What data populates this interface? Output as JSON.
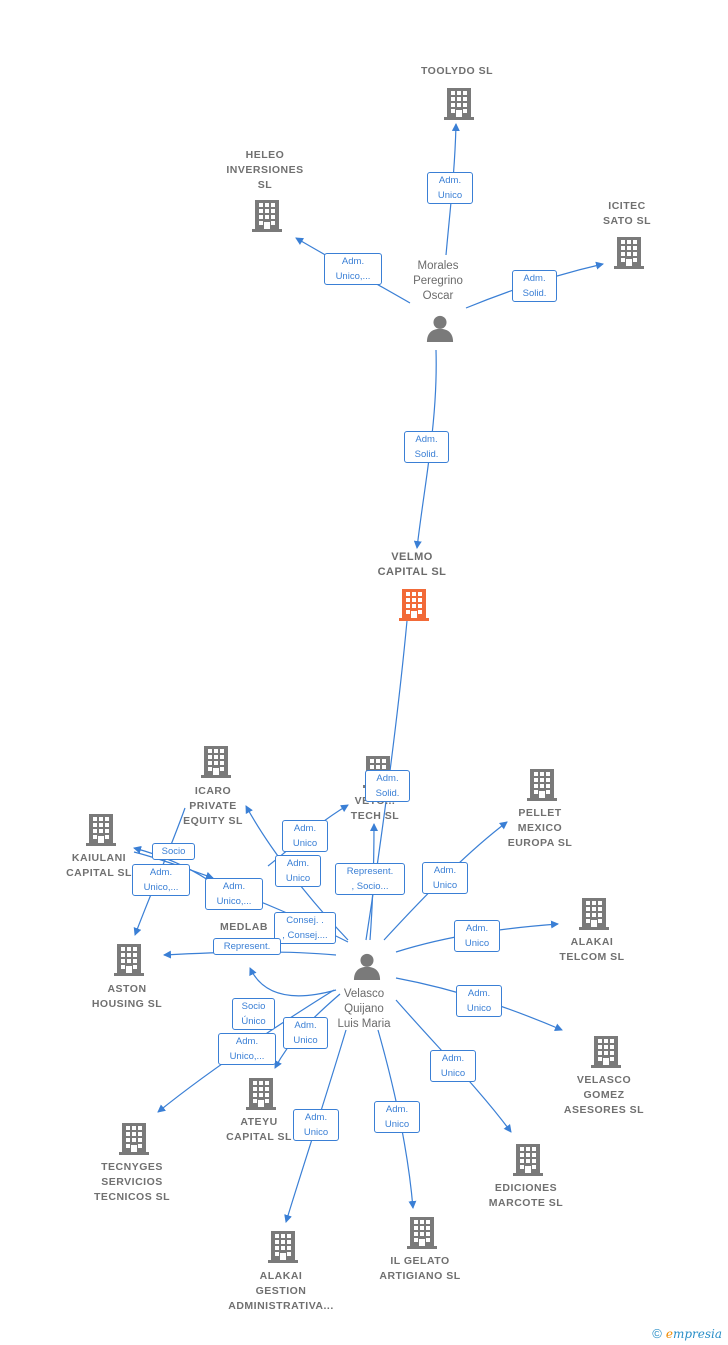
{
  "colors": {
    "edge": "#3a7fd5",
    "node": "#707070",
    "main": "#f26a38"
  },
  "nodes": {
    "toolydo": {
      "label": "TOOLYDO  SL",
      "icon": "building-icon"
    },
    "heleo": {
      "label": "HELEO\nINVERSIONES\nSL",
      "icon": "building-icon"
    },
    "icitec": {
      "label": "ICITEC\nSATO  SL",
      "icon": "building-icon"
    },
    "morales": {
      "label": "Morales\nPeregrino\nOscar",
      "icon": "person-icon"
    },
    "velmo": {
      "label": "VELMO\nCAPITAL  SL",
      "icon": "building-icon"
    },
    "icaro": {
      "label": "ICARO\nPRIVATE\nEQUITY  SL",
      "icon": "building-icon"
    },
    "vetotech": {
      "label": "VETO...\nTECH  SL",
      "icon": "building-icon"
    },
    "pellet": {
      "label": "PELLET\nMEXICO\nEUROPA  SL",
      "icon": "building-icon"
    },
    "kaiulani": {
      "label": "KAIULANI\nCAPITAL  SL",
      "icon": "building-icon"
    },
    "medlab": {
      "label": "MEDLAB\nGROUP  SL",
      "icon": "building-icon"
    },
    "aston": {
      "label": "ASTON\nHOUSING  SL",
      "icon": "building-icon"
    },
    "alakaitelcom": {
      "label": "ALAKAI\nTELCOM  SL",
      "icon": "building-icon"
    },
    "velasco": {
      "label": "Velasco\nQuijano\nLuis Maria",
      "icon": "person-icon"
    },
    "velascogomez": {
      "label": "VELASCO\nGOMEZ\nASESORES  SL",
      "icon": "building-icon"
    },
    "ateyu": {
      "label": "ATEYU\nCAPITAL  SL",
      "icon": "building-icon"
    },
    "tecnyges": {
      "label": "TECNYGES\nSERVICIOS\nTECNICOS  SL",
      "icon": "building-icon"
    },
    "ediciones": {
      "label": "EDICIONES\nMARCOTE  SL",
      "icon": "building-icon"
    },
    "ilgelato": {
      "label": "IL GELATO\nARTIGIANO SL",
      "icon": "building-icon"
    },
    "alakaigestion": {
      "label": "ALAKAI\nGESTION\nADMINISTRATIVA...",
      "icon": "building-icon"
    }
  },
  "edges": {
    "toolydo": "Adm.\nUnico",
    "heleo": "Adm.\nUnico,...",
    "icitec": "Adm.\nSolid.",
    "morales_velmo": "Adm.\nSolid.",
    "velasco_velmo": "Adm.\nSolid.",
    "icaro": "Adm.\nUnico",
    "vetotech_a": "Adm.\nUnico",
    "vetotech_b": "Represent.\n, Socio...",
    "pellet": "Adm.\nUnico",
    "kaiulani_socio": "Socio",
    "kaiulani_adm": "Adm.\nUnico,...",
    "medlab_adm": "Adm.\nUnico,...",
    "medlab_consej": "Consej. .\n, Consej....",
    "aston": "Represent.",
    "alakaitelcom": "Adm.\nUnico",
    "velascogomez": "Adm.\nUnico",
    "ateyu_socio": "Socio\nÚnico",
    "ateyu_adm": "Adm.\nUnico",
    "tecnyges": "Adm.\nUnico,...",
    "ediciones": "Adm.\nUnico",
    "ilgelato": "Adm.\nUnico",
    "alakaigestion": "Adm.\nUnico"
  },
  "footer": {
    "copyright": "©",
    "brand_e": "e",
    "brand_rest": "mpresia"
  }
}
